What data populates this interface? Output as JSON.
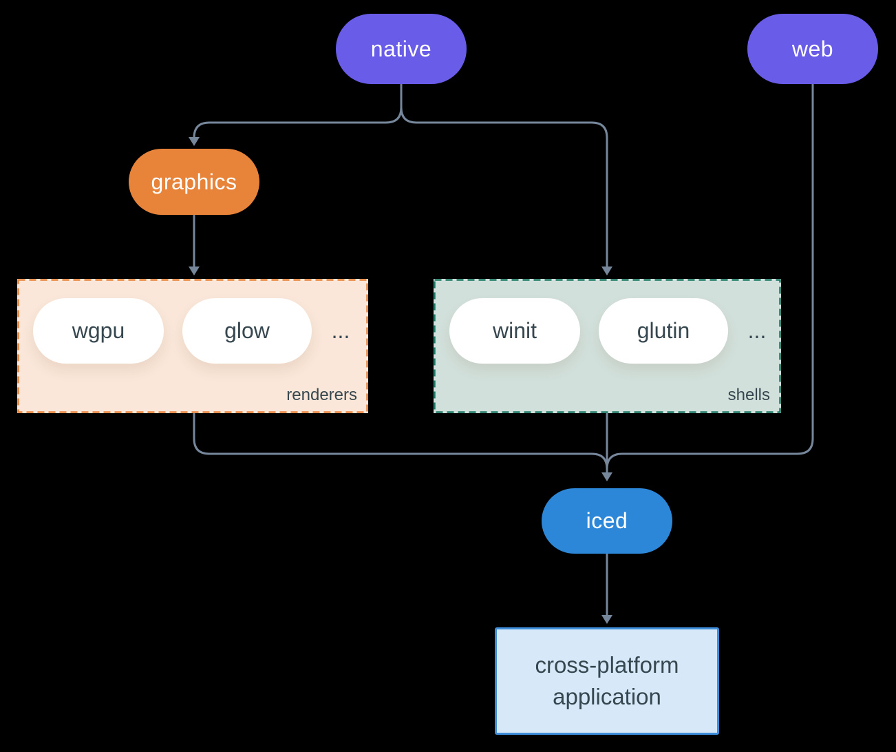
{
  "canvas": {
    "background": "#000000",
    "connector_color": "#76879B"
  },
  "nodes": {
    "native": {
      "label": "native",
      "fill": "#695CE8",
      "text_color": "#FFFFFF"
    },
    "web": {
      "label": "web",
      "fill": "#695CE8",
      "text_color": "#FFFFFF"
    },
    "graphics": {
      "label": "graphics",
      "fill": "#E8833A",
      "text_color": "#FFFFFF"
    },
    "iced": {
      "label": "iced",
      "fill": "#2D87D8",
      "text_color": "#FFFFFF"
    },
    "application": {
      "label_line1": "cross-platform",
      "label_line2": "application",
      "fill": "#D7E9F9",
      "border": "#3E8EDB",
      "text_color": "#37474F"
    }
  },
  "groups": {
    "renderers": {
      "label": "renderers",
      "fill": "#FAE7D9",
      "border": "#E8833A",
      "items": [
        "wgpu",
        "glow"
      ],
      "ellipsis": "...",
      "item_text_color": "#37474F"
    },
    "shells": {
      "label": "shells",
      "fill": "#D2E0DB",
      "border": "#1B7865",
      "items": [
        "winit",
        "glutin"
      ],
      "ellipsis": "...",
      "item_text_color": "#37474F"
    }
  },
  "edges": [
    {
      "from": "native",
      "to": "graphics"
    },
    {
      "from": "native",
      "to": "shells"
    },
    {
      "from": "graphics",
      "to": "renderers"
    },
    {
      "from": "renderers",
      "to": "iced"
    },
    {
      "from": "shells",
      "to": "iced"
    },
    {
      "from": "web",
      "to": "iced"
    },
    {
      "from": "iced",
      "to": "application"
    }
  ]
}
